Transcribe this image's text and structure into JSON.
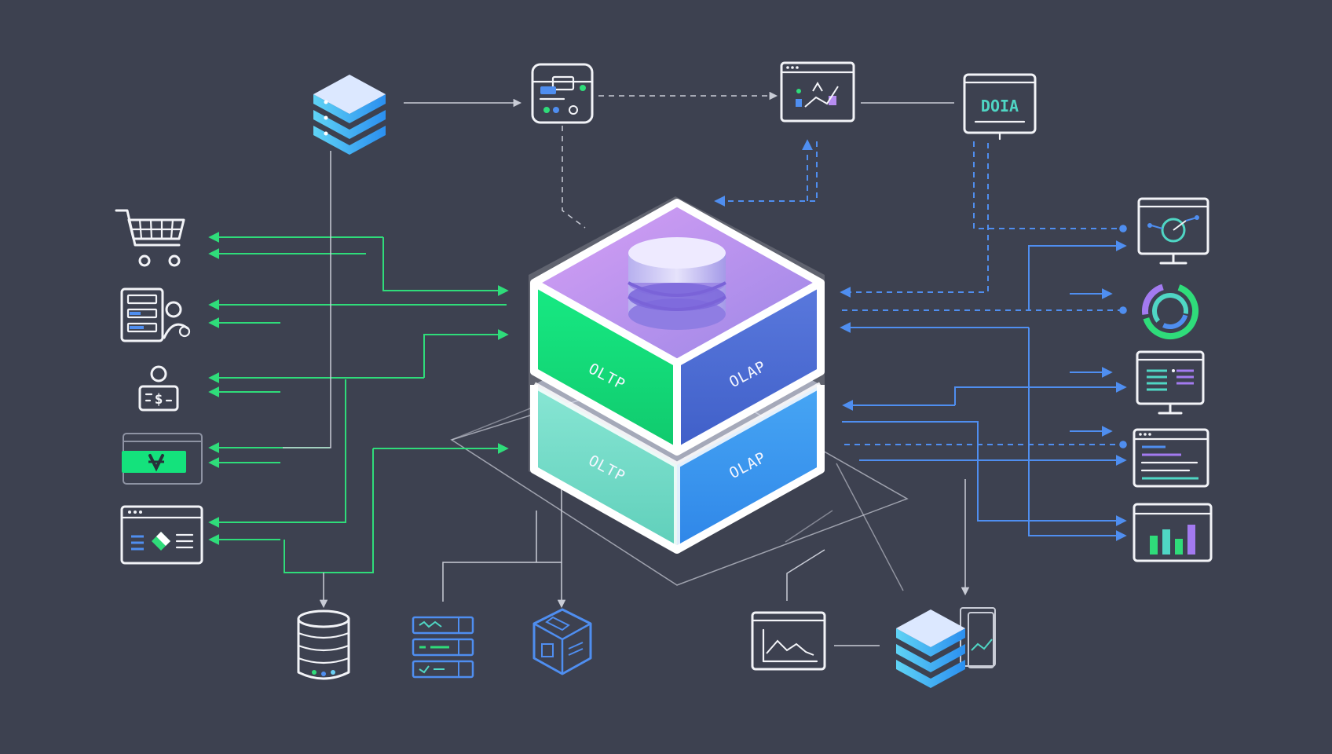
{
  "diagram": {
    "core": {
      "oltp_top_label": "OLTP",
      "olap_top_label": "OLAP",
      "oltp_bottom_label": "OLTP",
      "olap_bottom_label": "OLAP"
    },
    "top_icons": {
      "dashboard_text": "DOIA"
    }
  },
  "colors": {
    "background": "#3d4150",
    "flow_green": "#2fdc7a",
    "flow_blue": "#4f8ef0",
    "oltp_green": "#14e27c",
    "olap_blue": "#4c6fd6",
    "roof_purple": "#c28af0"
  },
  "icons": [
    "server-stack-icon",
    "app-window-icon",
    "analytics-window-icon",
    "data-dashboard-icon",
    "shopping-cart-icon",
    "form-user-icon",
    "user-payment-icon",
    "payment-card-icon",
    "web-app-icon",
    "database-icon",
    "data-rows-icon",
    "cube-icon",
    "line-chart-icon",
    "server-stack-2-icon",
    "monitor-target-icon",
    "donut-chart-icon",
    "monitor-list-icon",
    "report-window-icon",
    "bar-chart-icon"
  ]
}
